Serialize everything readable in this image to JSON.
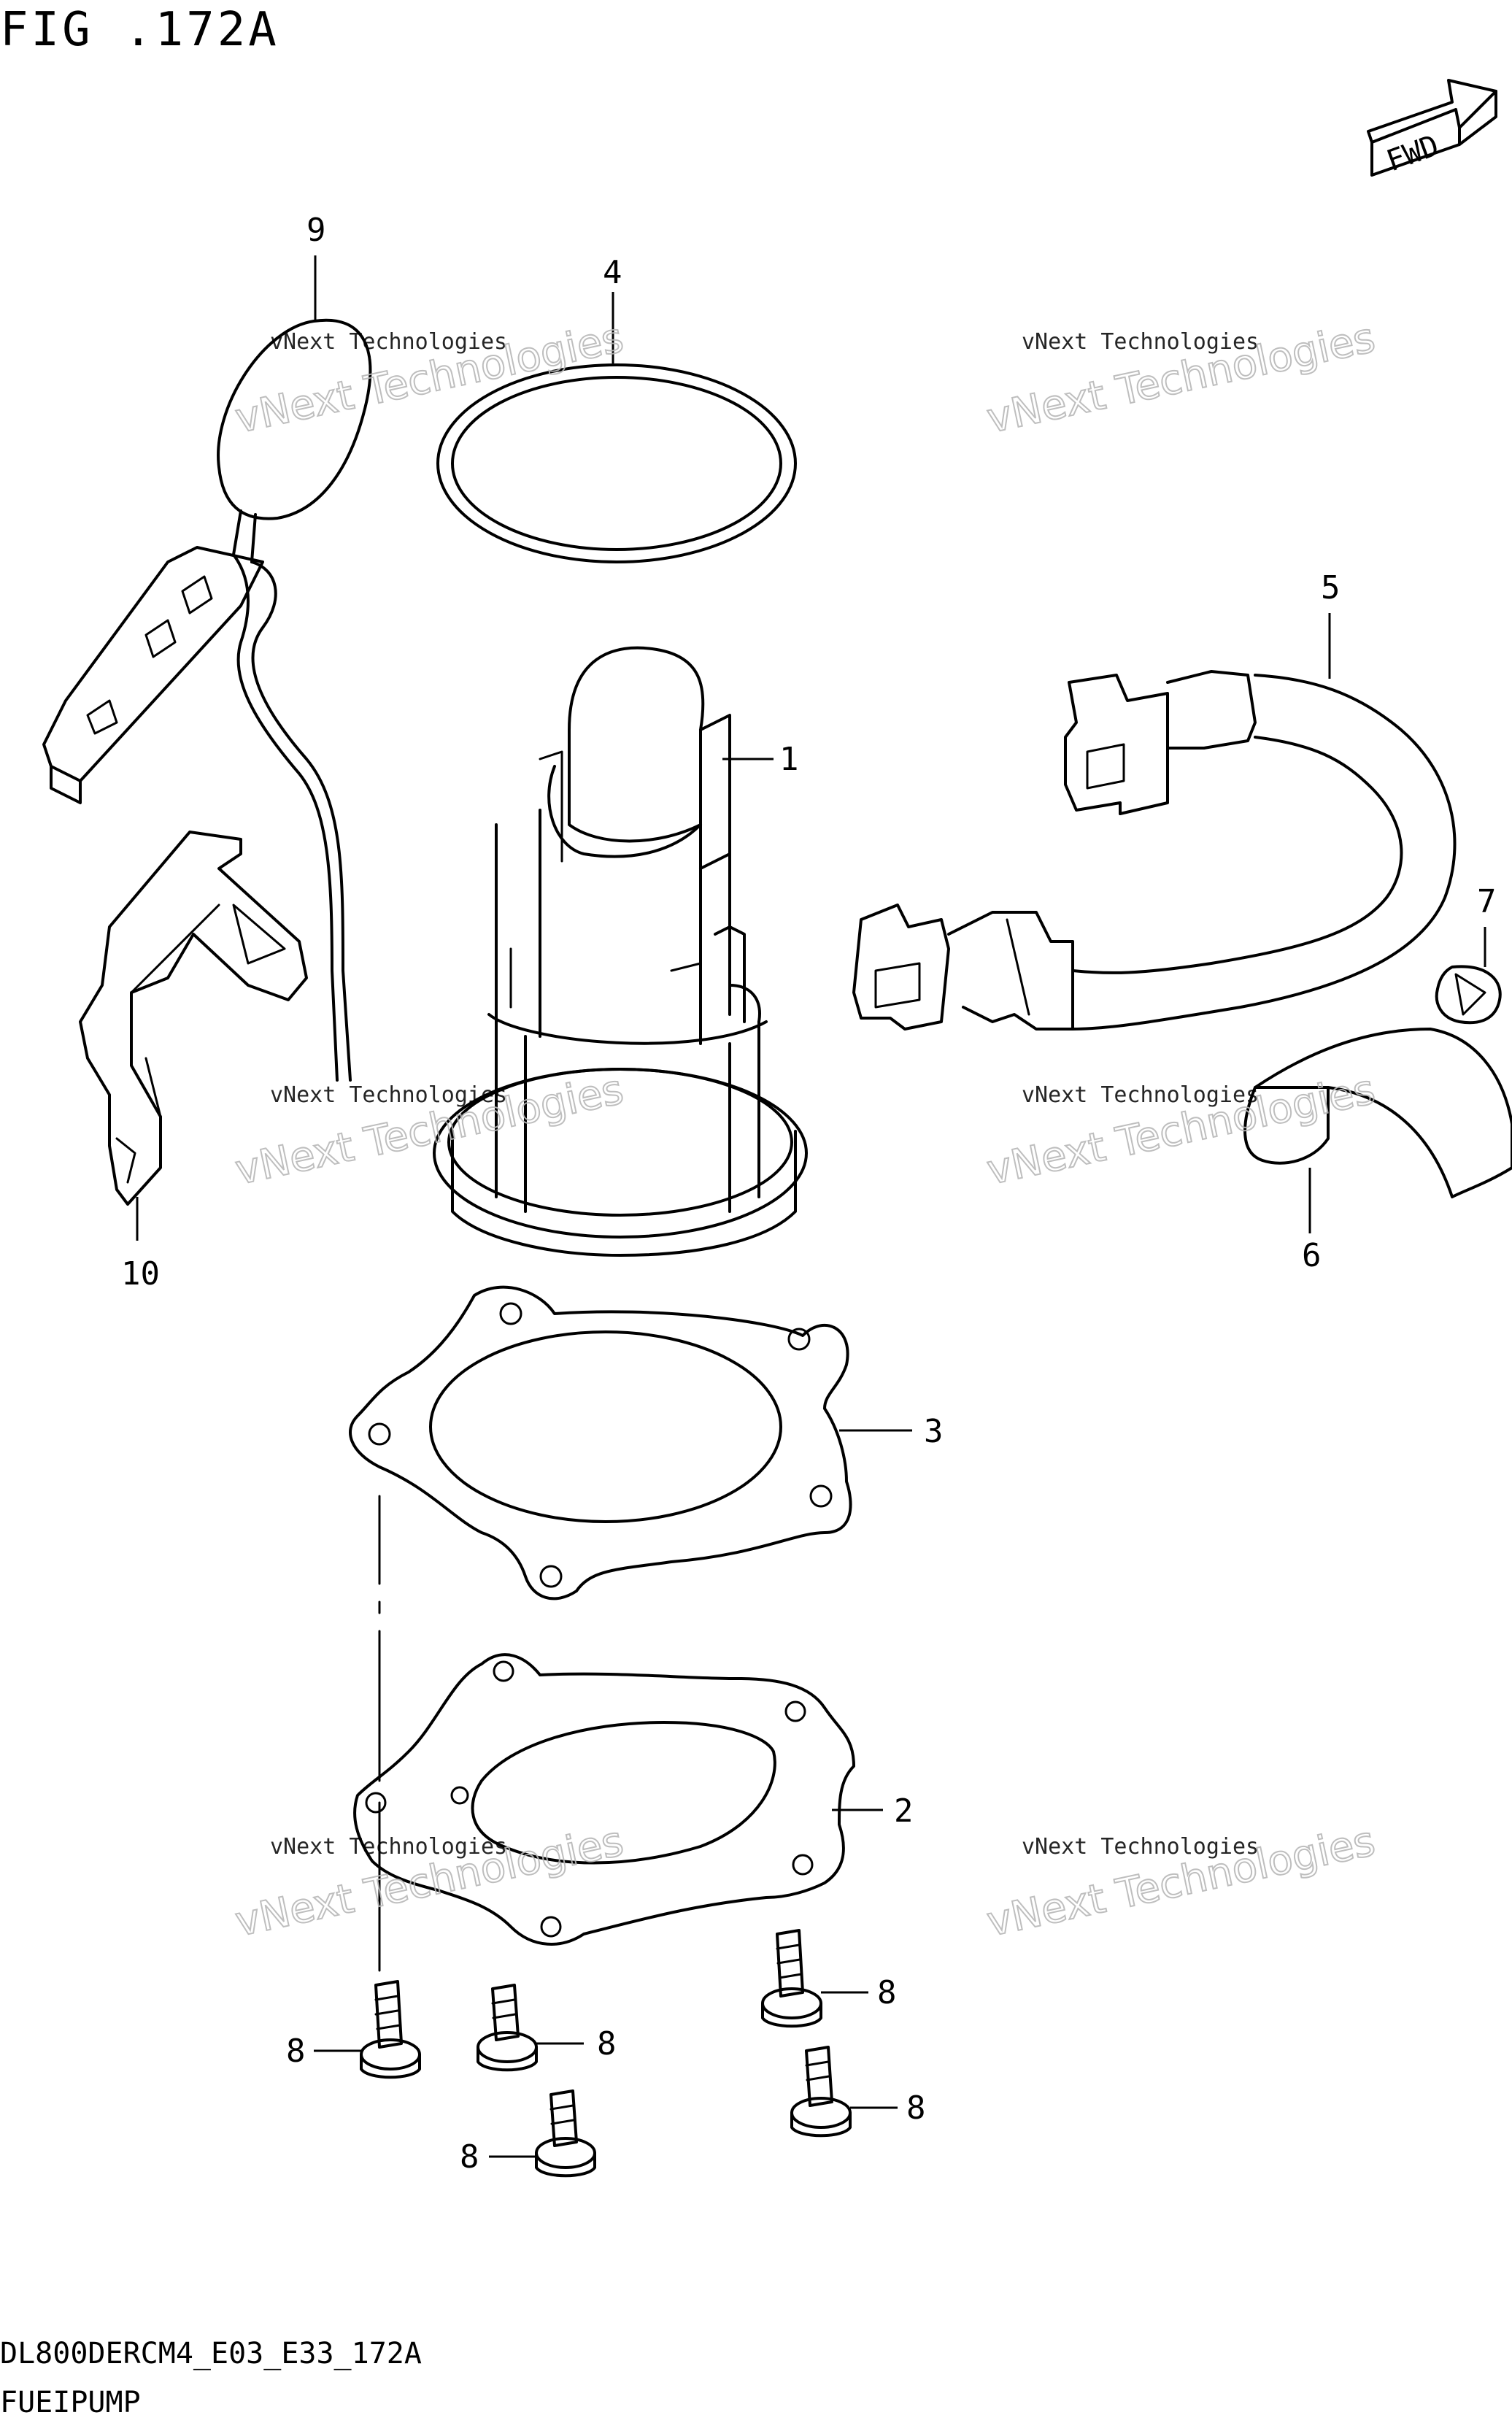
{
  "header": {
    "figure_title": "FIG .172A",
    "fwd_label": "FWD"
  },
  "footer": {
    "code": "DL800DERCM4_E03_E33_172A",
    "name": "FUEIPUMP"
  },
  "callouts": [
    "1",
    "2",
    "3",
    "4",
    "5",
    "6",
    "7",
    "8",
    "9",
    "10"
  ],
  "bolt_callout": "8",
  "watermark": {
    "line1": "vNext Technologies",
    "line2": "vNext Technologies"
  }
}
